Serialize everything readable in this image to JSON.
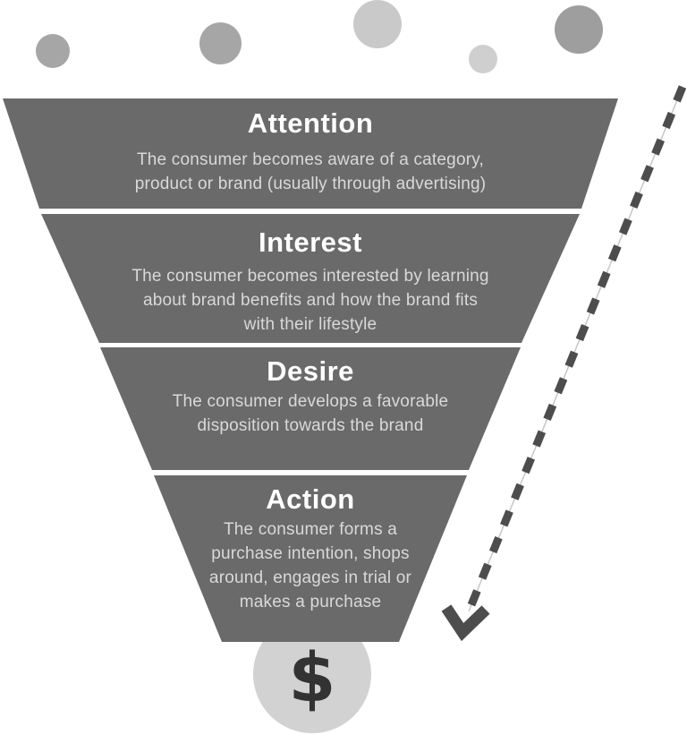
{
  "funnel": {
    "stages": [
      {
        "title": "Attention",
        "lines": [
          "The consumer becomes aware of a category,",
          "product or brand (usually through advertising)"
        ]
      },
      {
        "title": "Interest",
        "lines": [
          "The consumer becomes interested by learning",
          "about brand benefits and how the brand fits",
          "with their lifestyle"
        ]
      },
      {
        "title": "Desire",
        "lines": [
          "The consumer develops a favorable",
          "disposition towards the brand"
        ]
      },
      {
        "title": "Action",
        "lines": [
          "The consumer forms a",
          "purchase intention, shops",
          "around, engages in trial or",
          "makes a purchase"
        ]
      }
    ],
    "outcome": {
      "symbol": "$"
    }
  },
  "icons": {
    "flow_arrow": "dashed-down-arrow",
    "outcome": "dollar-sign-in-circle",
    "decor": "gray-bubbles"
  },
  "colors": {
    "funnel_fill": "#6a6a6a",
    "stage_title": "#ffffff",
    "stage_body": "#d9d9d9",
    "arrow": "#4d4d4d",
    "outcome_circle": "#d2d2d2",
    "outcome_symbol": "#333333",
    "bubble_medium": "#a6a6a6",
    "bubble_light": "#c9c9c9"
  }
}
